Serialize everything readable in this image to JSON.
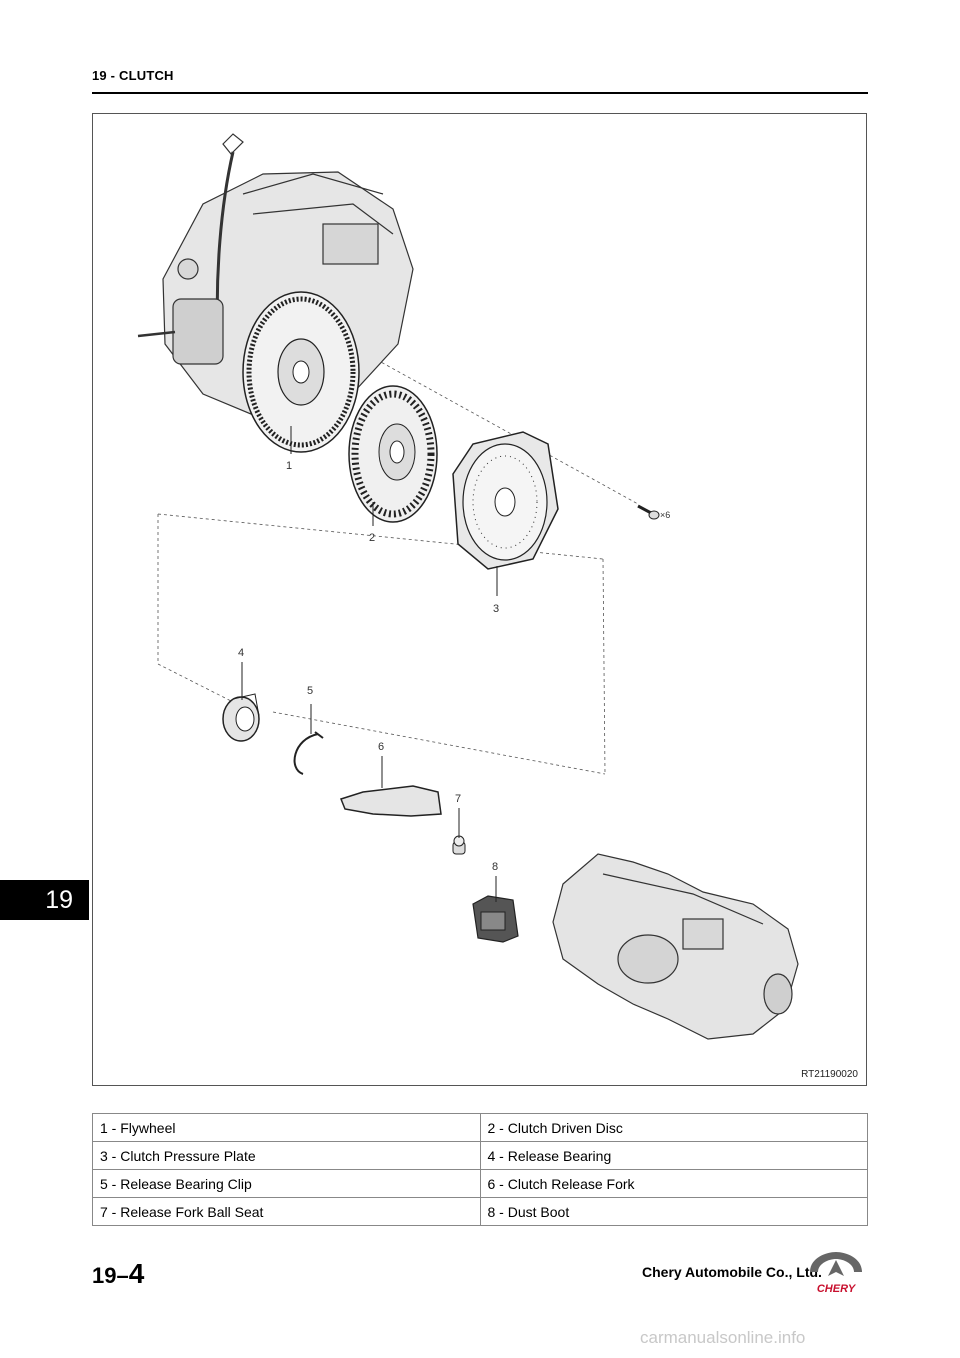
{
  "header": {
    "title": "19 - CLUTCH"
  },
  "side_tab": {
    "label": "19"
  },
  "figure": {
    "id": "RT21190020",
    "callouts": [
      "1",
      "2",
      "3",
      "4",
      "5",
      "6",
      "7",
      "8"
    ],
    "bolt_qty": "×6"
  },
  "legend": {
    "rows": [
      [
        "1 - Flywheel",
        "2 - Clutch Driven Disc"
      ],
      [
        "3 - Clutch Pressure Plate",
        "4 - Release Bearing"
      ],
      [
        "5 - Release Bearing Clip",
        "6 - Clutch Release Fork"
      ],
      [
        "7 - Release Fork Ball Seat",
        "8 - Dust Boot"
      ]
    ]
  },
  "footer": {
    "page_prefix": "19–",
    "page_number": "4",
    "company": "Chery Automobile Co., Ltd.",
    "logo_text": "CHERY",
    "logo_color": "#c8102e"
  },
  "watermark": "carmanualsonline.info"
}
